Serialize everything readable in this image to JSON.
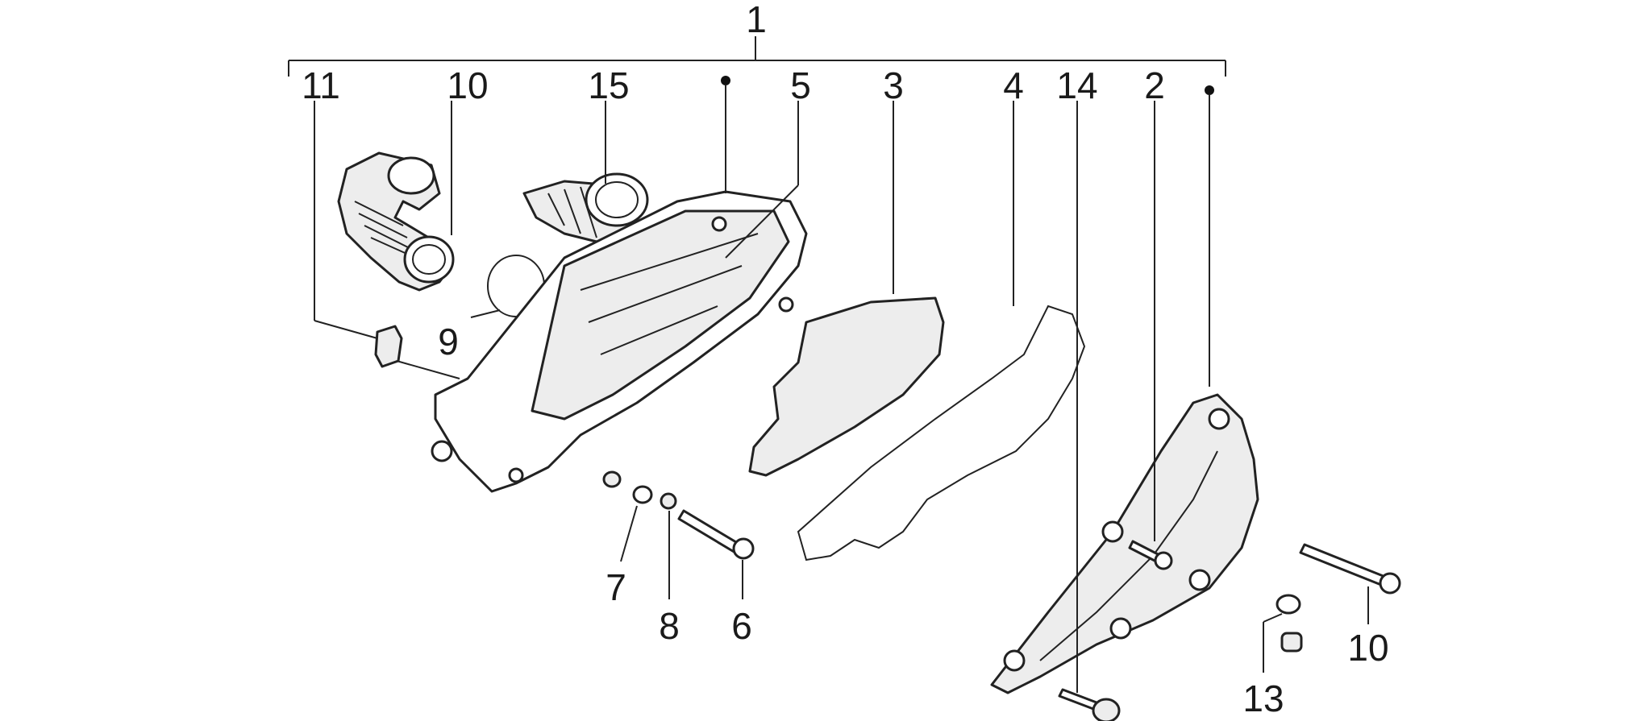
{
  "callouts": {
    "assembly": "1",
    "top_row": [
      "11",
      "10",
      "15",
      "5",
      "3",
      "4",
      "14",
      "2"
    ],
    "washer": "7",
    "lock_washer": "8",
    "screw_left": "6",
    "clamp": "9",
    "screw_right": "10",
    "cap": "13"
  }
}
